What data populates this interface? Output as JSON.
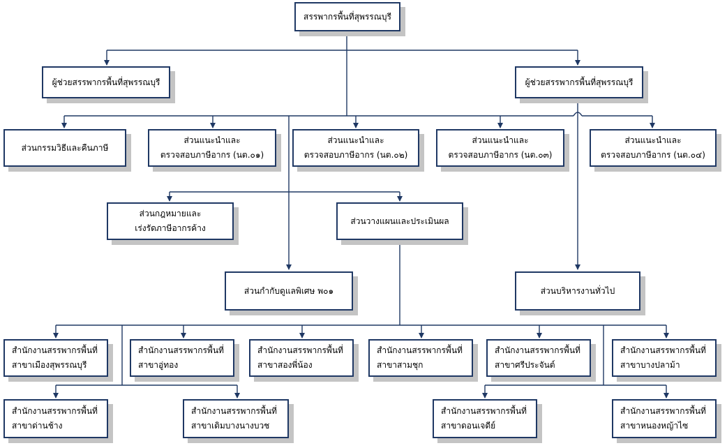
{
  "chief": "สรรพากรพื้นที่สุพรรณบุรี",
  "assistants": [
    "ผู้ช่วยสรรพากรพื้นที่สุพรรณบุรี",
    "ผู้ช่วยสรรพากรพื้นที่สุพรรณบุรี"
  ],
  "divisions": {
    "method": "ส่วนกรรมวิธีและคืนภาษี",
    "guide1": [
      "ส่วนแนะนำและ",
      "ตรวจสอบภาษีอากร (นต.๐๑)"
    ],
    "guide2": [
      "ส่วนแนะนำและ",
      "ตรวจสอบภาษีอากร (นต.๐๒)"
    ],
    "guide3": [
      "ส่วนแนะนำและ",
      "ตรวจสอบภาษีอากร (นต.๐๓)"
    ],
    "guide4": [
      "ส่วนแนะนำและ",
      "ตรวจสอบภาษีอากร (นต.๐๔)"
    ],
    "law": [
      "ส่วนกฎหมายและ",
      "เร่งรัดภาษีอากรค้าง"
    ],
    "planning": "ส่วนวางแผนและประเมินผล",
    "special": "ส่วนกำกับดูแลพิเศษ พ๐๑",
    "admin": "ส่วนบริหารงานทั่วไป"
  },
  "branches": {
    "b1": [
      "สำนักงานสรรพากรพื้นที่",
      "สาขาเมืองสุพรรณบุรี"
    ],
    "b2": [
      "สำนักงานสรรพากรพื้นที่",
      "สาขาอู่ทอง"
    ],
    "b3": [
      "สำนักงานสรรพากรพื้นที่",
      "สาขาสองพี่น้อง"
    ],
    "b4": [
      "สำนักงานสรรพากรพื้นที่",
      "สาขาสามชุก"
    ],
    "b5": [
      "สำนักงานสรรพากรพื้นที่",
      "สาขาศรีประจันต์"
    ],
    "b6": [
      "สำนักงานสรรพากรพื้นที่",
      "สาขาบางปลาม้า"
    ],
    "b7": [
      "สำนักงานสรรพากรพื้นที่",
      "สาขาด่านช้าง"
    ],
    "b8": [
      "สำนักงานสรรพากรพื้นที่",
      "สาขาเดิมบางนางบวช"
    ],
    "b9": [
      "สำนักงานสรรพากรพื้นที่",
      "สาขาดอนเจดีย์"
    ],
    "b10": [
      "สำนักงานสรรพากรพื้นที่",
      "สาขาหนองหญ้าไซ"
    ]
  },
  "colors": {
    "border": "#1f3864",
    "line": "#1f3864",
    "shadow": "#c4c4c4"
  }
}
